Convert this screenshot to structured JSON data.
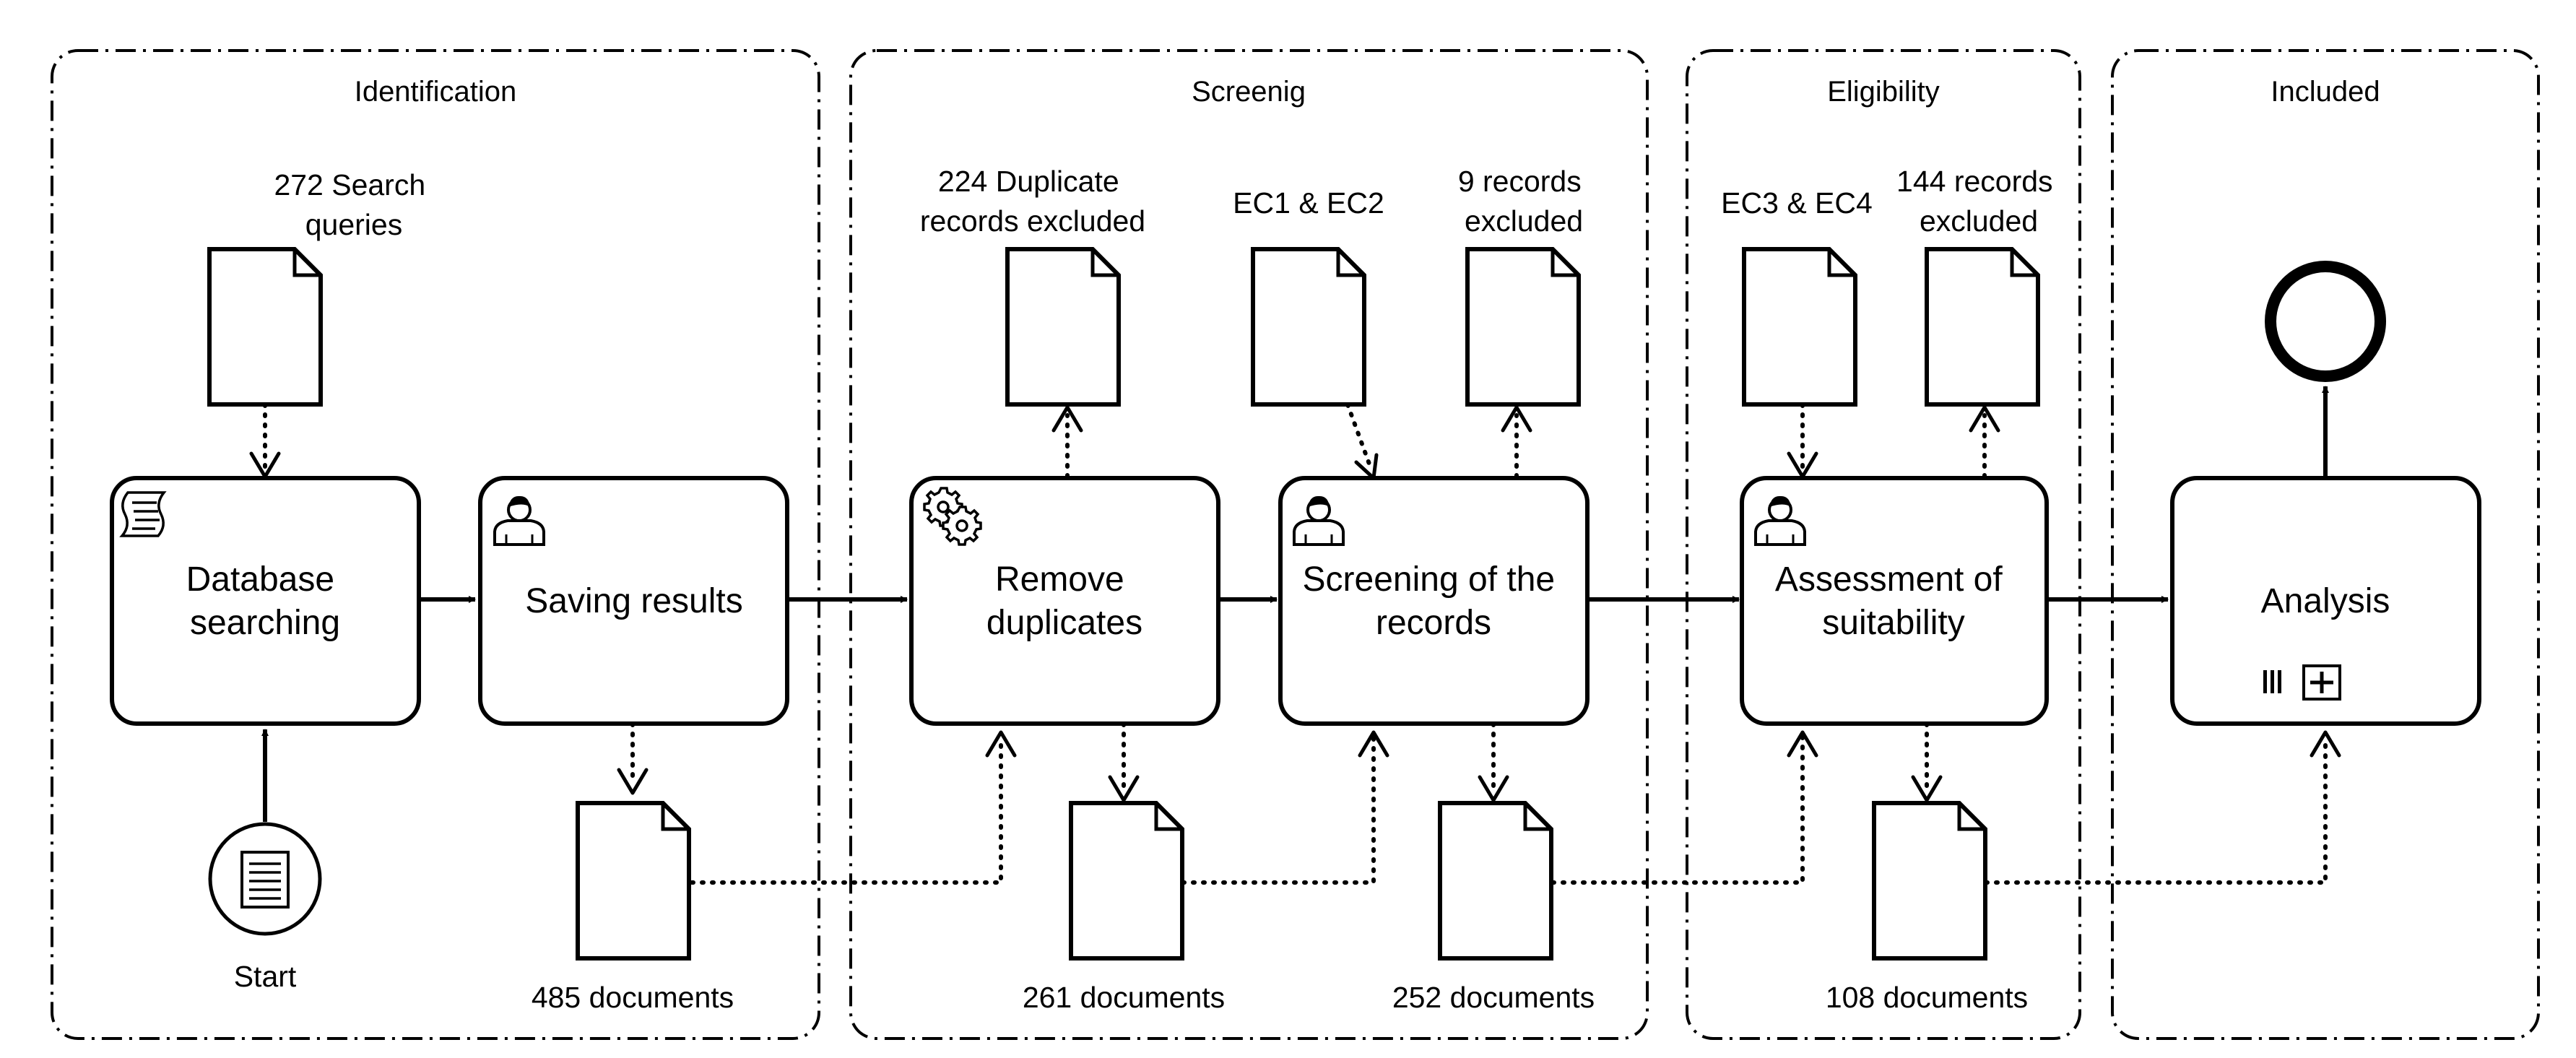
{
  "lanes": {
    "identification": "Identification",
    "screening": "Screenig",
    "eligibility": "Eligibility",
    "included": "Included"
  },
  "tasks": {
    "database_searching": [
      "Database",
      "searching"
    ],
    "saving_results": [
      "Saving results"
    ],
    "remove_duplicates": [
      "Remove",
      "duplicates"
    ],
    "screening_records": [
      "Screening of the",
      "records"
    ],
    "assessment": [
      "Assessment of",
      "suitability"
    ],
    "analysis": [
      "Analysis"
    ]
  },
  "artifacts": {
    "search_queries": [
      "272 Search",
      "queries"
    ],
    "duplicates_excluded": [
      "224 Duplicate",
      "records excluded"
    ],
    "ec1_ec2": [
      "EC1 & EC2"
    ],
    "records_9_excluded": [
      "9 records",
      "excluded"
    ],
    "ec3_ec4": [
      "EC3 & EC4"
    ],
    "records_144_excluded": [
      "144 records",
      "excluded"
    ],
    "docs_485": [
      "485 documents"
    ],
    "docs_261": [
      "261 documents"
    ],
    "docs_252": [
      "252 documents"
    ],
    "docs_108": [
      "108 documents"
    ]
  },
  "events": {
    "start": "Start"
  },
  "icons": {
    "database_searching": "script-icon",
    "saving_results": "user-icon",
    "remove_duplicates": "gears-icon",
    "screening_records": "user-icon",
    "assessment": "user-icon",
    "analysis": "parallel-subprocess-icon",
    "start": "message-start-icon",
    "end": "end-event"
  },
  "colors": {
    "stroke": "#000000",
    "background": "#ffffff"
  }
}
